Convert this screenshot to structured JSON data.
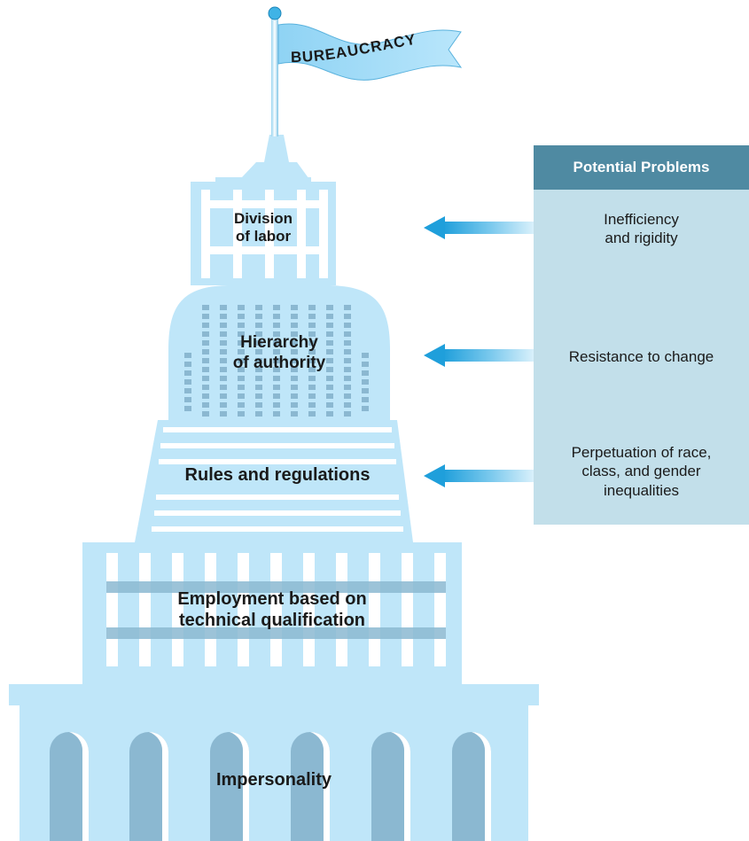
{
  "flag": {
    "text": "BUREAUCRACY"
  },
  "building": {
    "levels": [
      {
        "id": "division",
        "lines": [
          "Division",
          "of labor"
        ]
      },
      {
        "id": "hierarchy",
        "lines": [
          "Hierarchy",
          "of authority"
        ]
      },
      {
        "id": "rules",
        "lines": [
          "Rules and regulations"
        ]
      },
      {
        "id": "employment",
        "lines": [
          "Employment based on",
          "technical qualification"
        ]
      },
      {
        "id": "impersonality",
        "lines": [
          "Impersonality"
        ]
      }
    ]
  },
  "problems_panel": {
    "title": "Potential Problems",
    "items": [
      {
        "lines": [
          "Inefficiency",
          "and rigidity"
        ]
      },
      {
        "lines": [
          "Resistance to change"
        ]
      },
      {
        "lines": [
          "Perpetuation of race,",
          "class, and gender",
          "inequalities"
        ]
      }
    ]
  },
  "colors": {
    "building_fill": "#bfe6f9",
    "building_shade": "#8bb8d1",
    "window_white": "#ffffff",
    "panel_header": "#4f8aa2",
    "panel_body": "#c2dfea",
    "arrow": "#1f9fdb"
  }
}
